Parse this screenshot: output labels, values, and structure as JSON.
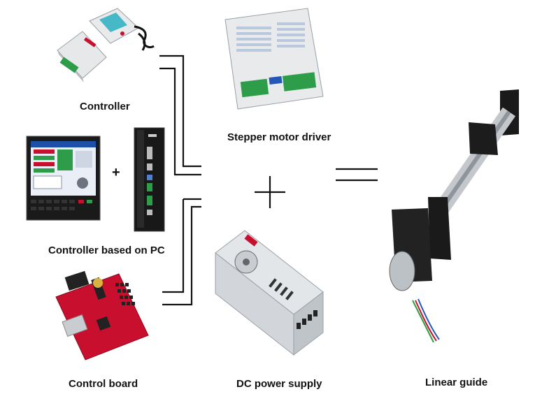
{
  "labels": {
    "controller": "Controller",
    "controller_pc": "Controller based on PC",
    "control_board": "Control board",
    "stepper_driver": "Stepper motor driver",
    "dc_power": "DC power supply",
    "linear_guide": "Linear guide",
    "plus_small": "+"
  },
  "colors": {
    "line": "#111111",
    "board_red": "#c8102e",
    "terminal_green": "#2e9d4a",
    "screen_blue": "#1b4fa8",
    "metal": "#d9dcdf"
  },
  "icons": [
    "controller-icon",
    "pc-screen-icon",
    "industrial-pc-icon",
    "control-board-icon",
    "stepper-driver-icon",
    "power-supply-icon",
    "linear-guide-icon"
  ]
}
